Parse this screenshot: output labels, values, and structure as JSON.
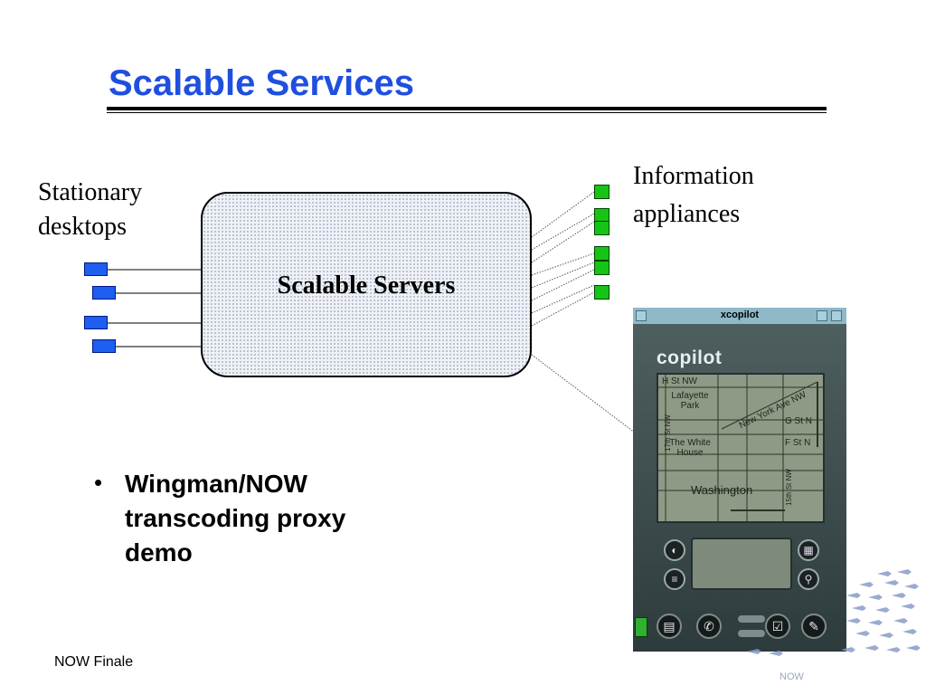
{
  "title": "Scalable Services",
  "labels": {
    "stationary": "Stationary desktops",
    "information": "Information appliances",
    "servers": "Scalable Servers"
  },
  "bullet": "Wingman/NOW transcoding proxy demo",
  "footer": "NOW Finale",
  "watermark": "NOW",
  "copilot": {
    "window_title": "xcopilot",
    "logo": "copilot",
    "map_labels": [
      "H St NW",
      "Lafayette Park",
      "New York Ave NW",
      "G St N",
      "F St N",
      "The White House",
      "Washington",
      "15th St NW",
      "17th St NW"
    ]
  },
  "colors": {
    "title": "#1f4fe0",
    "desktop": "#1e5ef0",
    "appliance": "#16c416"
  },
  "icons": [
    "app-icon",
    "calendar-icon",
    "phone-icon",
    "memo-icon",
    "todo-icon"
  ]
}
